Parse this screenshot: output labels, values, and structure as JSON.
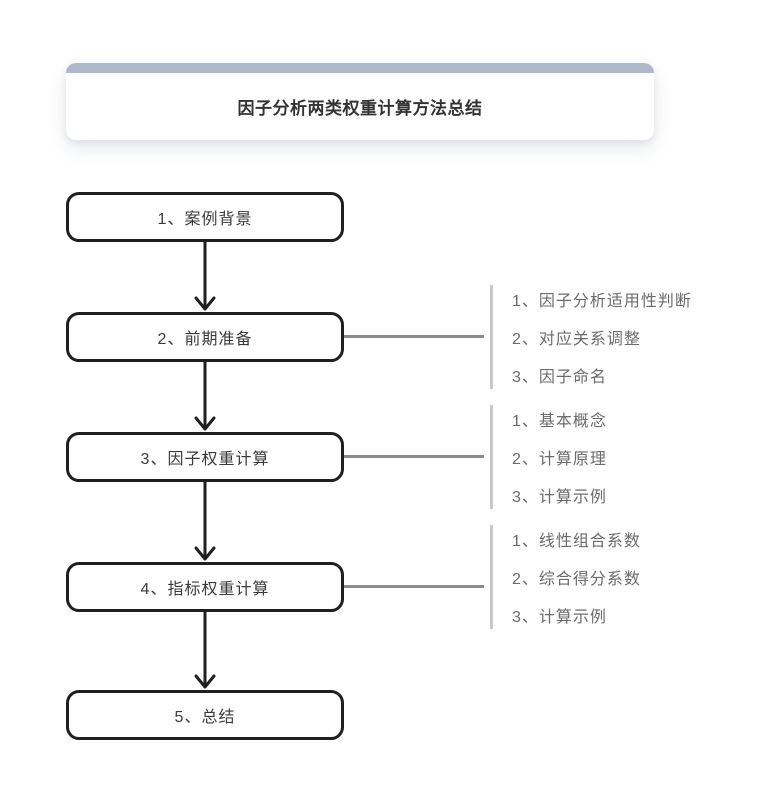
{
  "header": {
    "title": "因子分析两类权重计算方法总结"
  },
  "flow": {
    "nodes": [
      {
        "label": "1、案例背景",
        "children": []
      },
      {
        "label": "2、前期准备",
        "children": [
          "1、因子分析适用性判断",
          "2、对应关系调整",
          "3、因子命名"
        ]
      },
      {
        "label": "3、因子权重计算",
        "children": [
          "1、基本概念",
          "2、计算原理",
          "3、计算示例"
        ]
      },
      {
        "label": "4、指标权重计算",
        "children": [
          "1、线性组合系数",
          "2、综合得分系数",
          "3、计算示例"
        ]
      },
      {
        "label": "5、总结",
        "children": []
      }
    ]
  },
  "colors": {
    "accent-bar": "#aebacc",
    "node-border": "#1f1f1f",
    "node-text": "#3a3a3a",
    "connector": "#8c8c8c",
    "divider": "#c9c9c9",
    "annotation-text": "#6b6b6b",
    "title-text": "#333333"
  }
}
